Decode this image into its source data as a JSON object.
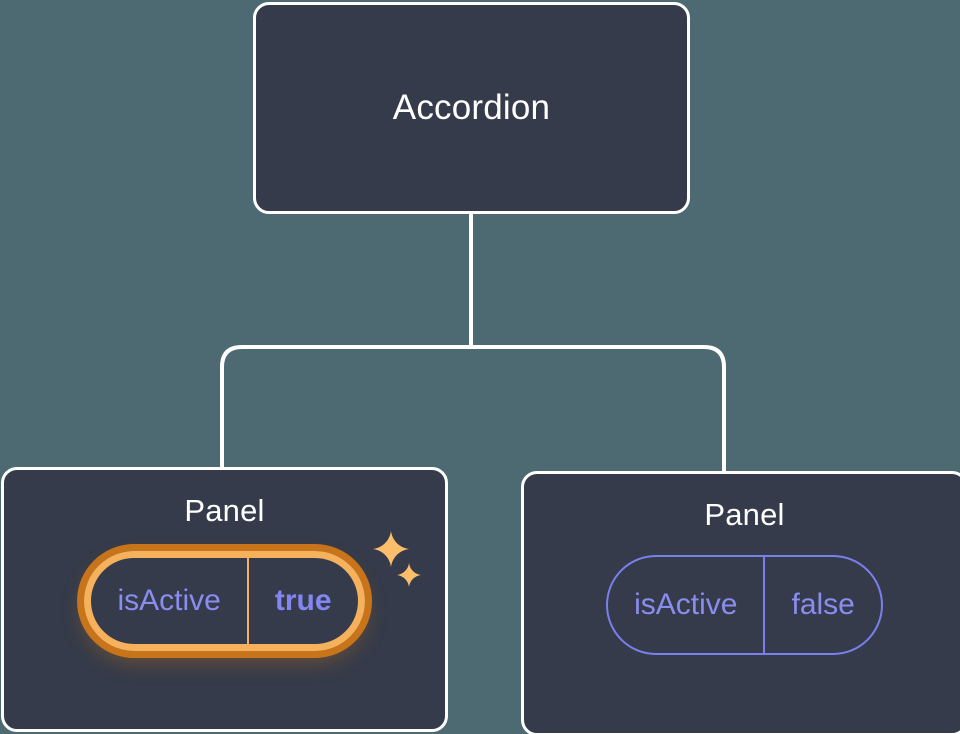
{
  "theme": {
    "background": "#4d6a73",
    "node_fill": "#353b4a",
    "node_border": "#ffffff",
    "edge_color": "#ffffff",
    "text_primary": "#ffffff",
    "prop_purple": "#8a8df0",
    "prop_purple_border": "#7b7fec",
    "highlight_amber": "#f6b15c",
    "highlight_amber_dark": "#c8741a",
    "value_true_color": "#8286f0"
  },
  "tree": {
    "root": {
      "title": "Accordion"
    },
    "children": [
      {
        "title": "Panel",
        "highlighted": true,
        "prop": {
          "key": "isActive",
          "value": "true"
        },
        "sparkle_icons": [
          "sparkle-large-icon",
          "sparkle-small-icon"
        ]
      },
      {
        "title": "Panel",
        "highlighted": false,
        "prop": {
          "key": "isActive",
          "value": "false"
        }
      }
    ]
  }
}
